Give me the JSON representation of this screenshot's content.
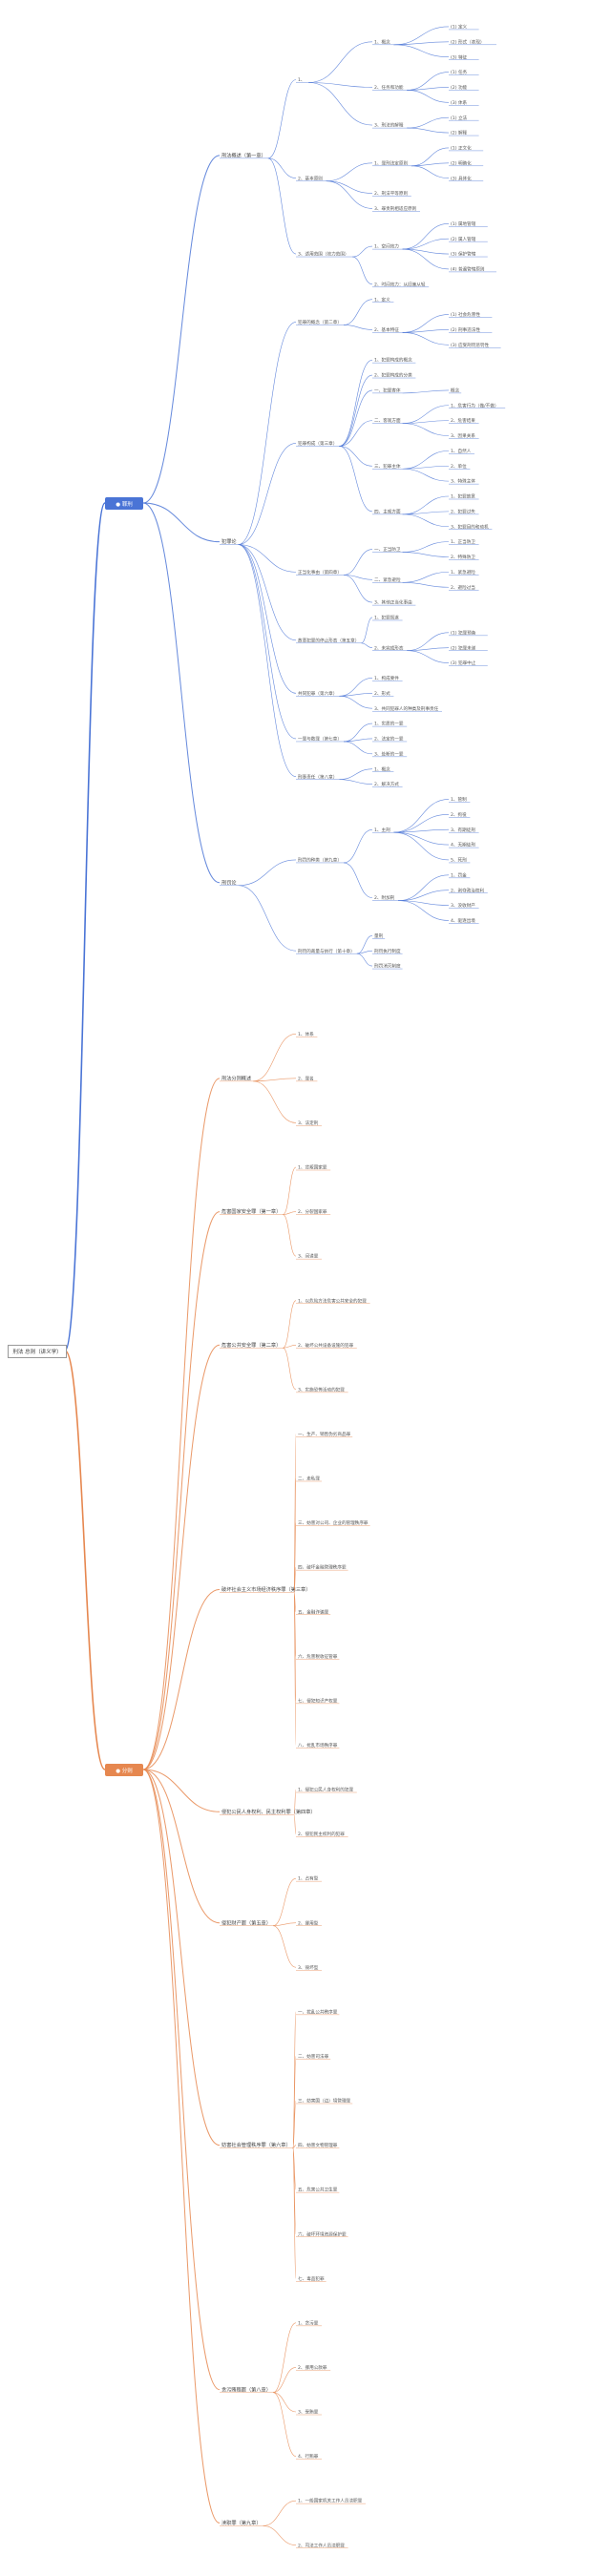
{
  "root": "刑法 总则（讲义学）",
  "branches": [
    {
      "label": "● 罪刑",
      "color": "#4a74d6",
      "children": [
        {
          "label": "刑法概述（第一章）",
          "children": [
            {
              "label": "1、",
              "children": [
                {
                  "label": "1、概念",
                  "children": [
                    {
                      "label": "(1) 定义"
                    },
                    {
                      "label": "(2) 形式（表现）"
                    },
                    {
                      "label": "(3) 特征"
                    }
                  ]
                },
                {
                  "label": "2、任务和功能",
                  "children": [
                    {
                      "label": "(1) 任务"
                    },
                    {
                      "label": "(2) 功能"
                    },
                    {
                      "label": "(3) 体系"
                    }
                  ]
                },
                {
                  "label": "3、刑法的解释",
                  "children": [
                    {
                      "label": "(1) 立法"
                    },
                    {
                      "label": "(2) 解释"
                    }
                  ]
                }
              ]
            },
            {
              "label": "2、基本原则",
              "children": [
                {
                  "label": "1、罪刑法定原则",
                  "children": [
                    {
                      "label": "(1) 正文化"
                    },
                    {
                      "label": "(2) 明确化"
                    },
                    {
                      "label": "(3) 具体化"
                    }
                  ]
                },
                {
                  "label": "2、刑法平等原则"
                },
                {
                  "label": "3、罪责刑相适应原则"
                }
              ]
            },
            {
              "label": "3、适用范围（效力范围）",
              "children": [
                {
                  "label": "1、空间效力",
                  "children": [
                    {
                      "label": "(1) 属地管辖"
                    },
                    {
                      "label": "(2) 属人管辖"
                    },
                    {
                      "label": "(3) 保护管辖"
                    },
                    {
                      "label": "(4) 普遍管辖原则"
                    }
                  ]
                },
                {
                  "label": "2、时间效力：从旧兼从轻"
                }
              ]
            }
          ]
        },
        {
          "label": "犯罪论",
          "children": [
            {
              "label": "犯罪的概念（第二章）",
              "children": [
                {
                  "label": "1、定义"
                },
                {
                  "label": "2、基本特征",
                  "children": [
                    {
                      "label": "(1) 社会危害性"
                    },
                    {
                      "label": "(2) 刑事违法性"
                    },
                    {
                      "label": "(3) 应受刑罚惩罚性"
                    }
                  ]
                }
              ]
            },
            {
              "label": "犯罪构成（第三章）",
              "children": [
                {
                  "label": "1、犯罪构成的概念"
                },
                {
                  "label": "2、犯罪构成的分类"
                },
                {
                  "label": "一、犯罪客体",
                  "children": [
                    {
                      "label": "概念"
                    }
                  ]
                },
                {
                  "label": "二、客观方面",
                  "children": [
                    {
                      "label": "1、危害行为（做/不做）"
                    },
                    {
                      "label": "2、危害结果"
                    },
                    {
                      "label": "3、因果关系"
                    }
                  ]
                },
                {
                  "label": "三、犯罪主体",
                  "children": [
                    {
                      "label": "1、自然人"
                    },
                    {
                      "label": "2、单位"
                    },
                    {
                      "label": "3、特殊主体"
                    }
                  ]
                },
                {
                  "label": "四、主观方面",
                  "children": [
                    {
                      "label": "1、犯罪故意"
                    },
                    {
                      "label": "2、犯罪过失"
                    },
                    {
                      "label": "3、犯罪目的和动机"
                    }
                  ]
                }
              ]
            },
            {
              "label": "正当化事由（第四章）",
              "children": [
                {
                  "label": "一、正当防卫",
                  "children": [
                    {
                      "label": "1、正当防卫"
                    },
                    {
                      "label": "2、特殊防卫"
                    }
                  ]
                },
                {
                  "label": "二、紧急避险",
                  "children": [
                    {
                      "label": "1、紧急避险"
                    },
                    {
                      "label": "2、避险过当"
                    }
                  ]
                },
                {
                  "label": "3、其他正当化事由"
                }
              ]
            },
            {
              "label": "故意犯罪的停止形态（第五章）",
              "children": [
                {
                  "label": "1、犯罪既遂"
                },
                {
                  "label": "2、未完成形态",
                  "children": [
                    {
                      "label": "(1) 犯罪预备"
                    },
                    {
                      "label": "(2) 犯罪未遂"
                    },
                    {
                      "label": "(3) 犯罪中止"
                    }
                  ]
                }
              ]
            },
            {
              "label": "共同犯罪（第六章）",
              "children": [
                {
                  "label": "1、构成要件"
                },
                {
                  "label": "2、形式"
                },
                {
                  "label": "3、共同犯罪人的种类及刑事责任"
                }
              ]
            },
            {
              "label": "一罪与数罪（第七章）",
              "children": [
                {
                  "label": "1、实质的一罪"
                },
                {
                  "label": "2、法定的一罪"
                },
                {
                  "label": "3、处断的一罪"
                }
              ]
            },
            {
              "label": "刑事责任（第八章）",
              "children": [
                {
                  "label": "1、概念"
                },
                {
                  "label": "2、解决方式"
                }
              ]
            }
          ]
        },
        {
          "label": "刑罚论",
          "children": [
            {
              "label": "刑罚的种类（第九章）",
              "children": [
                {
                  "label": "1、主刑",
                  "children": [
                    {
                      "label": "1、管制"
                    },
                    {
                      "label": "2、拘役"
                    },
                    {
                      "label": "3、有期徒刑"
                    },
                    {
                      "label": "4、无期徒刑"
                    },
                    {
                      "label": "5、死刑"
                    }
                  ]
                },
                {
                  "label": "2、附加刑",
                  "children": [
                    {
                      "label": "1、罚金"
                    },
                    {
                      "label": "2、剥夺政治权利"
                    },
                    {
                      "label": "3、没收财产"
                    },
                    {
                      "label": "4、驱逐出境"
                    }
                  ]
                }
              ]
            },
            {
              "label": "刑罚的裁量与执行（第十章）",
              "children": [
                {
                  "label": "量刑"
                },
                {
                  "label": "刑罚执行制度"
                },
                {
                  "label": "刑罚消灭制度"
                }
              ]
            }
          ]
        }
      ]
    },
    {
      "label": "● 分则",
      "color": "#e6874f",
      "children": [
        {
          "label": "刑法分则概述",
          "children": [
            {
              "label": "1、体系"
            },
            {
              "label": "2、罪名"
            },
            {
              "label": "3、法定刑"
            }
          ]
        },
        {
          "label": "危害国家安全罪（第一章）",
          "children": [
            {
              "label": "1、背叛国家罪"
            },
            {
              "label": "2、分裂国家罪"
            },
            {
              "label": "3、间谍罪"
            }
          ]
        },
        {
          "label": "危害公共安全罪（第二章）",
          "children": [
            {
              "label": "1、以危险方法危害公共安全的犯罪"
            },
            {
              "label": "2、破坏公共设备设施的犯罪"
            },
            {
              "label": "3、实施恐怖活动的犯罪"
            }
          ]
        },
        {
          "label": "破坏社会主义市场经济秩序罪（第三章）",
          "children": [
            {
              "label": "一、生产、销售伪劣商品罪"
            },
            {
              "label": "二、走私罪"
            },
            {
              "label": "三、妨害对公司、企业的管理秩序罪"
            },
            {
              "label": "四、破坏金融管理秩序罪"
            },
            {
              "label": "五、金融诈骗罪"
            },
            {
              "label": "六、危害税收征管罪"
            },
            {
              "label": "七、侵犯知识产权罪"
            },
            {
              "label": "八、扰乱市场秩序罪"
            }
          ]
        },
        {
          "label": "侵犯公民人身权利、民主权利罪（第四章）",
          "children": [
            {
              "label": "1、侵犯公民人身权利的犯罪"
            },
            {
              "label": "2、侵犯民主权利的犯罪"
            }
          ]
        },
        {
          "label": "侵犯财产罪（第五章）",
          "children": [
            {
              "label": "1、占有型"
            },
            {
              "label": "2、挪用型"
            },
            {
              "label": "3、毁坏型"
            }
          ]
        },
        {
          "label": "妨害社会管理秩序罪（第六章）",
          "children": [
            {
              "label": "一、扰乱公共秩序罪"
            },
            {
              "label": "二、妨害司法罪"
            },
            {
              "label": "三、妨害国（边）境管理罪"
            },
            {
              "label": "四、妨害文物管理罪"
            },
            {
              "label": "五、危害公共卫生罪"
            },
            {
              "label": "六、破坏环境资源保护罪"
            },
            {
              "label": "七、毒品犯罪"
            }
          ]
        },
        {
          "label": "贪污贿赂罪（第八章）",
          "children": [
            {
              "label": "1、贪污罪"
            },
            {
              "label": "2、挪用公款罪"
            },
            {
              "label": "3、受贿罪"
            },
            {
              "label": "4、行贿罪"
            }
          ]
        },
        {
          "label": "渎职罪（第九章）",
          "children": [
            {
              "label": "1、一般国家机关工作人员渎职罪"
            },
            {
              "label": "2、司法工作人员渎职罪"
            }
          ]
        }
      ]
    }
  ]
}
